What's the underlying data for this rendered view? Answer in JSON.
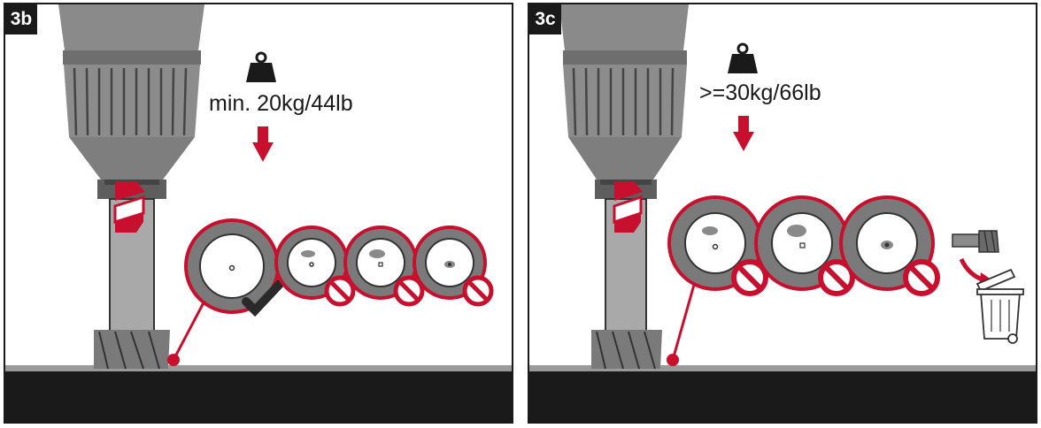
{
  "panels": [
    {
      "id": "3b",
      "badge": "3b",
      "weight_text": "min. 20kg/44lb"
    },
    {
      "id": "3c",
      "badge": "3c",
      "weight_text": ">=30kg/66lb"
    }
  ],
  "colors": {
    "accent_red": "#c8102e",
    "drill_grey": "#8a8a8a",
    "ground_dark": "#1a1a1a",
    "ring_grey": "#7a7a7a"
  },
  "icons": [
    "weight-icon",
    "down-arrow-icon",
    "rotation-icon",
    "check-icon",
    "prohibited-icon",
    "trash-bin-icon",
    "drill-bit-icon"
  ]
}
